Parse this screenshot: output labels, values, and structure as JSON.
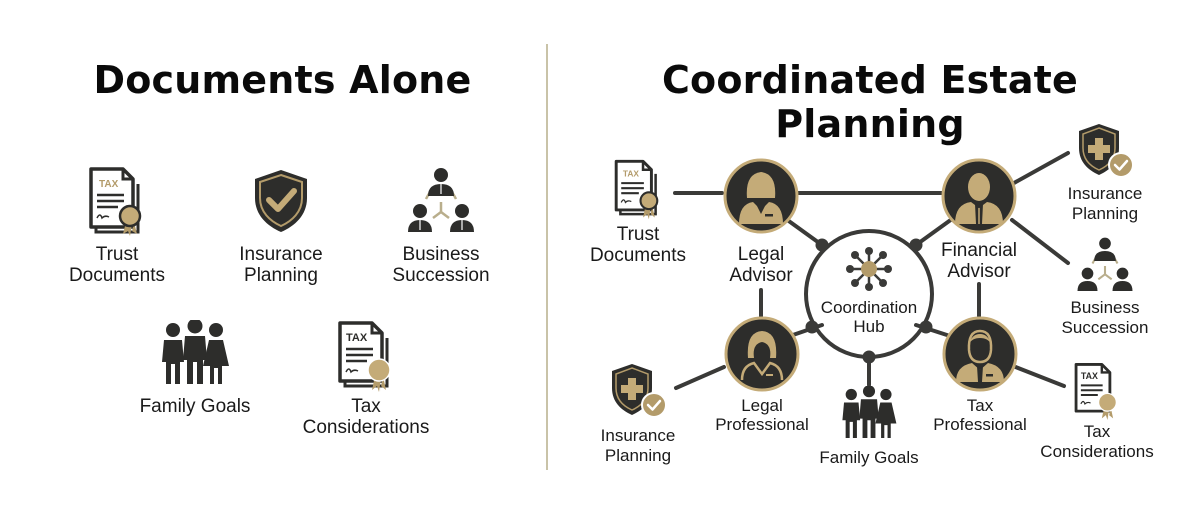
{
  "colors": {
    "dark": "#2d2d2b",
    "gold": "#b39b6a",
    "gold_light": "#c4ab78",
    "divider": "#c9c3a8",
    "text": "#111111"
  },
  "left_panel": {
    "title": "Documents Alone",
    "items": [
      {
        "icon": "tax-document-icon",
        "line1": "Trust",
        "line2": "Documents"
      },
      {
        "icon": "shield-check-icon",
        "line1": "Insurance",
        "line2": "Planning"
      },
      {
        "icon": "business-succession-icon",
        "line1": "Business",
        "line2": "Succession"
      },
      {
        "icon": "family-icon",
        "line1": "Family Goals",
        "line2": ""
      },
      {
        "icon": "tax-document-icon",
        "line1": "Tax",
        "line2": "Considerations"
      }
    ]
  },
  "right_panel": {
    "title": "Coordinated Estate Planning",
    "hub": {
      "icon": "hub-network-icon",
      "line1": "Coordination",
      "line2": "Hub"
    },
    "advisors": [
      {
        "icon": "female-advisor-icon",
        "line1": "Legal",
        "line2": "Advisor"
      },
      {
        "icon": "male-advisor-icon",
        "line1": "Financial",
        "line2": "Advisor"
      },
      {
        "icon": "female-professional-icon",
        "line1": "Legal",
        "line2": "Professional"
      },
      {
        "icon": "male-professional-icon",
        "line1": "Tax",
        "line2": "Professional"
      }
    ],
    "outer_items": [
      {
        "icon": "tax-document-icon",
        "line1": "Trust",
        "line2": "Documents"
      },
      {
        "icon": "shield-plus-check-icon",
        "line1": "Insurance",
        "line2": "Planning"
      },
      {
        "icon": "business-succession-icon",
        "line1": "Business",
        "line2": "Succession"
      },
      {
        "icon": "shield-plus-check-icon",
        "line1": "Insurance",
        "line2": "Planning"
      },
      {
        "icon": "family-icon",
        "line1": "Family Goals",
        "line2": ""
      },
      {
        "icon": "tax-document-icon",
        "line1": "Tax",
        "line2": "Considerations"
      }
    ],
    "tax_doc_label": "TAX"
  }
}
